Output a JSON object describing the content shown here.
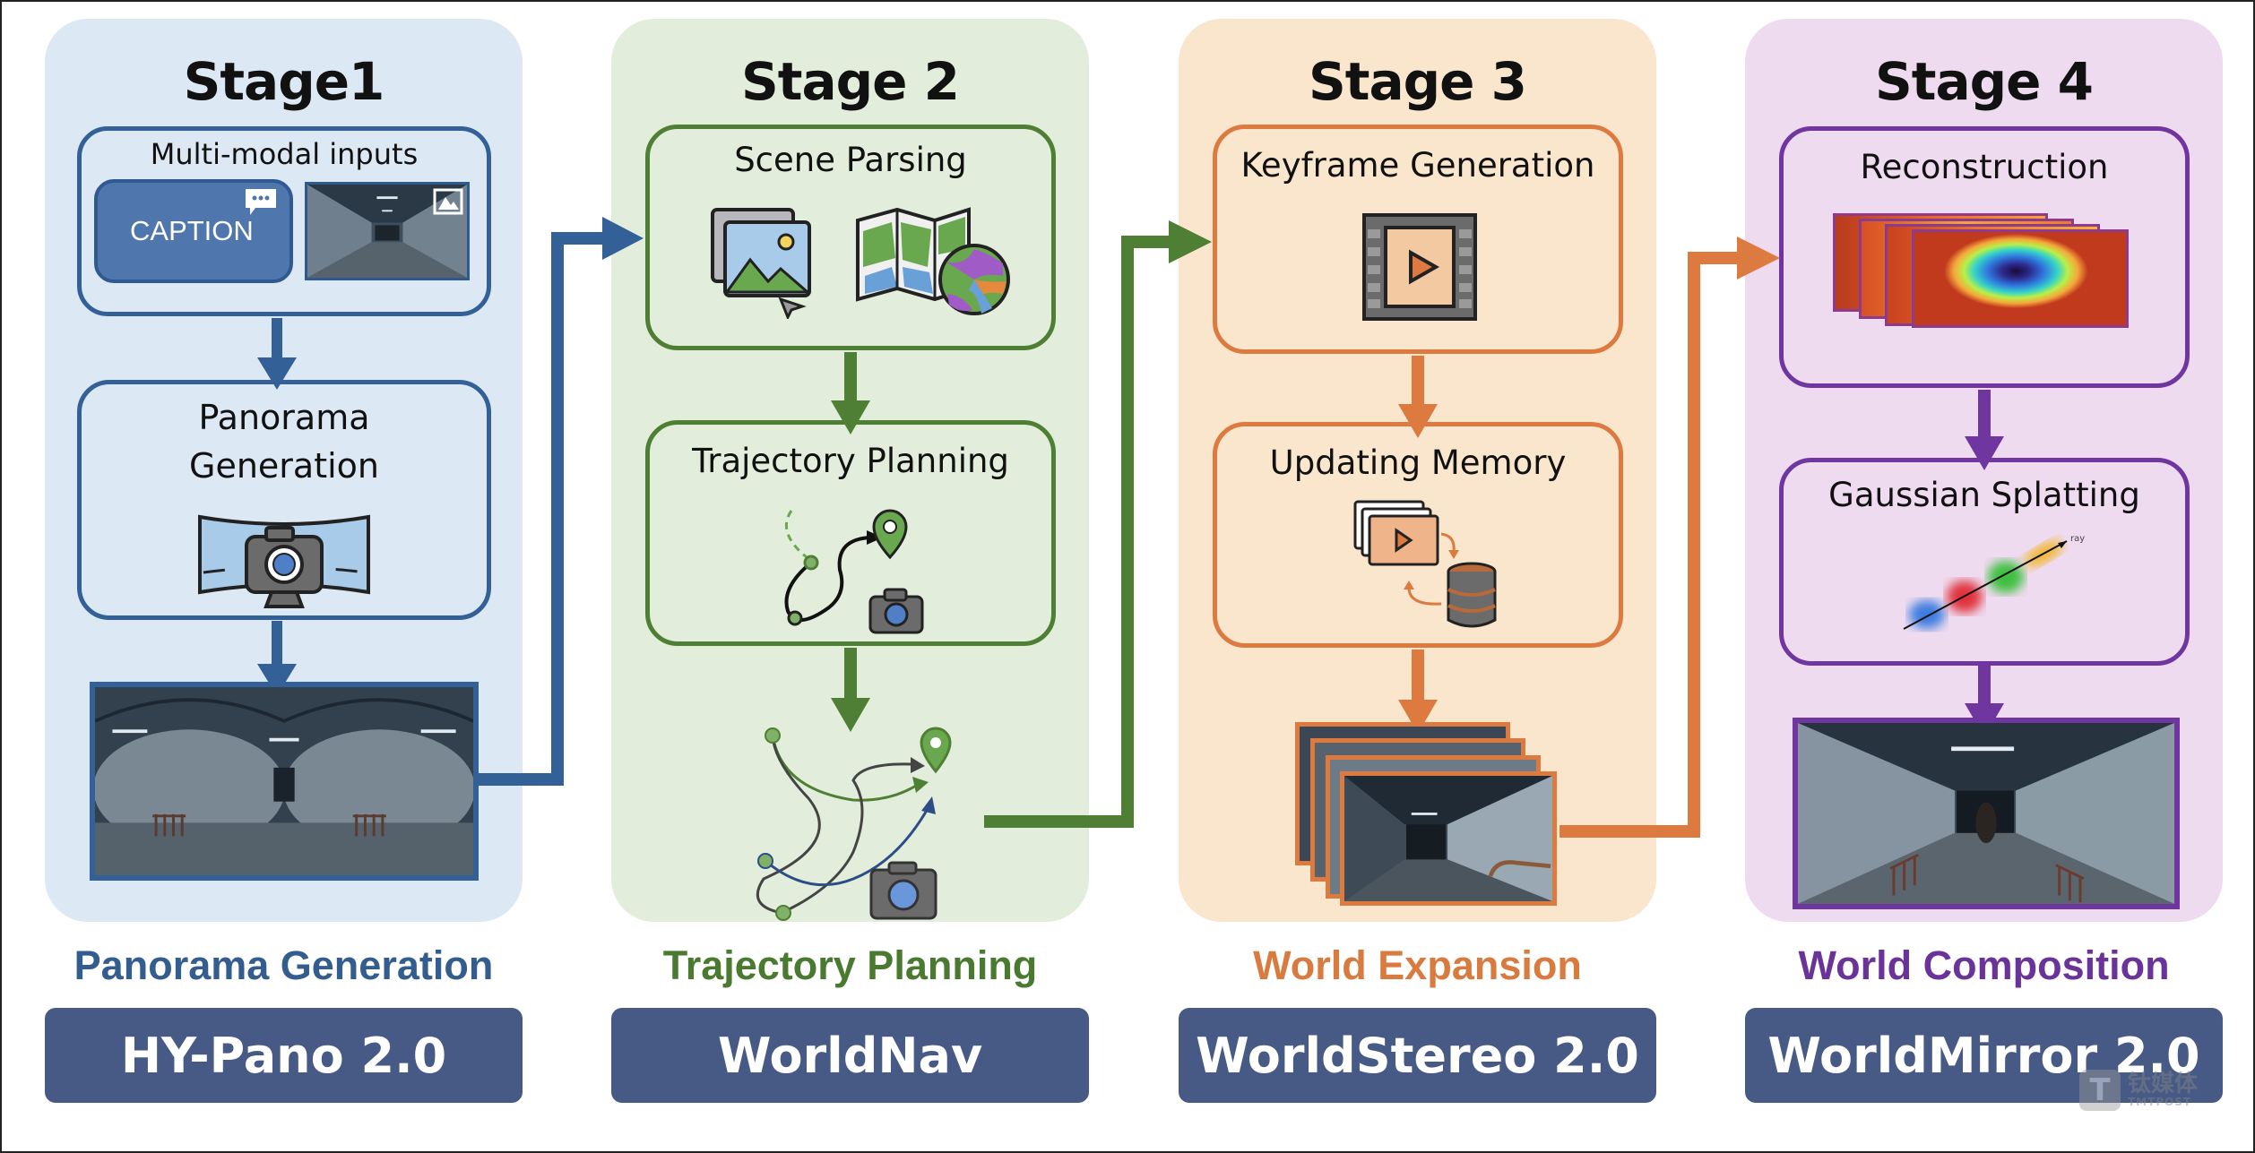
{
  "colors": {
    "stage1": {
      "panel": "#dde8f5",
      "accent": "#336096",
      "label": "#335c8f"
    },
    "stage2": {
      "panel": "#e2eedb",
      "accent": "#4f7f34",
      "label": "#4a7a2f"
    },
    "stage3": {
      "panel": "#f9e6cd",
      "accent": "#dd7a3f",
      "label": "#d97a3f"
    },
    "stage4": {
      "panel": "#efdbf0",
      "accent": "#7036a0",
      "label": "#6a339a"
    },
    "model_button": "#465a85"
  },
  "stages": [
    {
      "title": "Stage1",
      "boxes": [
        {
          "label": "Multi-modal inputs",
          "caption_card": "CAPTION",
          "icons": [
            "chat-bubble-icon",
            "image-icon"
          ]
        },
        {
          "label_line1": "Panorama",
          "label_line2": "Generation",
          "icon": "panorama-camera-icon"
        }
      ],
      "output": "equirectangular-panorama-image",
      "category": "Panorama Generation",
      "model": "HY-Pano 2.0"
    },
    {
      "title": "Stage 2",
      "boxes": [
        {
          "label": "Scene Parsing",
          "icons": [
            "image-select-icon",
            "map-globe-icon"
          ]
        },
        {
          "label": "Trajectory Planning",
          "icons": [
            "path-pin-icon",
            "camera-icon"
          ]
        }
      ],
      "output": "multi-trajectory-graph",
      "category": "Trajectory Planning",
      "model": "WorldNav"
    },
    {
      "title": "Stage 3",
      "boxes": [
        {
          "label": "Keyframe Generation",
          "icon": "film-play-icon"
        },
        {
          "label": "Updating Memory",
          "icons": [
            "video-stack-icon",
            "database-icon"
          ]
        }
      ],
      "output": "keyframe-stack-images",
      "category": "World Expansion",
      "model": "WorldStereo 2.0"
    },
    {
      "title": "Stage 4",
      "boxes": [
        {
          "label": "Reconstruction",
          "icon": "depth-map-stack"
        },
        {
          "label": "Gaussian Splatting",
          "ray_label": "ray"
        }
      ],
      "output": "rendered-corridor-image",
      "category": "World Composition",
      "model": "WorldMirror 2.0"
    }
  ],
  "watermark": {
    "logo": "T",
    "text": "钛媒体",
    "sub": "TMTPOST"
  }
}
